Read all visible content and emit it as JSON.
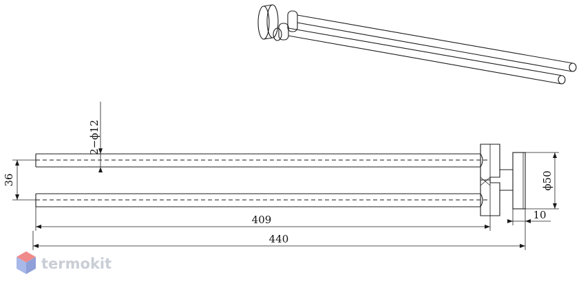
{
  "dimensions": {
    "bar_diameter": "2−ϕ12",
    "bar_spacing": "36",
    "bar_length": "409",
    "overall_length": "440",
    "flange_diameter": "ϕ50",
    "flange_depth": "10"
  },
  "brand": {
    "name": "termokit",
    "colors": {
      "top": "#f08a8a",
      "left": "#a8b8e8",
      "right": "#8fa0d8",
      "text": "#c9ced6"
    }
  }
}
